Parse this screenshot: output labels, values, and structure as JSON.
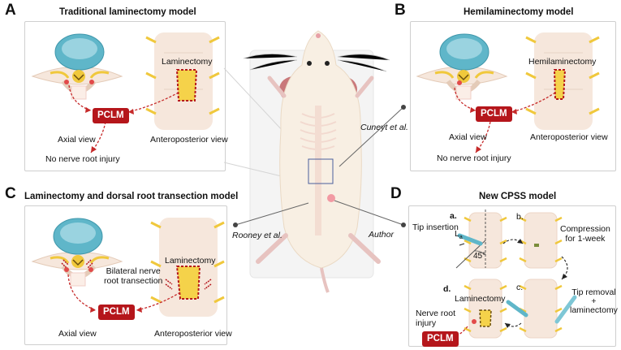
{
  "panels": {
    "A": {
      "letter": "A",
      "title": "Traditional laminectomy model",
      "lam_label": "Laminectomy",
      "pclm": "PCLM",
      "axial": "Axial view",
      "ap": "Anteroposterior view",
      "outcome": "No nerve root injury"
    },
    "B": {
      "letter": "B",
      "title": "Hemilaminectomy model",
      "lam_label": "Hemilaminectomy",
      "pclm": "PCLM",
      "axial": "Axial view",
      "ap": "Anteroposterior view",
      "outcome": "No nerve root injury"
    },
    "C": {
      "letter": "C",
      "title": "Laminectomy and dorsal root transection model",
      "lam_label": "Laminectomy",
      "bilateral": "Bilateral nerve\nroot transection",
      "pclm": "PCLM",
      "axial": "Axial view",
      "ap": "Anteroposterior view"
    },
    "D": {
      "letter": "D",
      "title": "New CPSS model",
      "step_a": "a.",
      "step_b": "b.",
      "step_c": "c.",
      "step_d": "d.",
      "tip_insertion": "Tip insertion",
      "la": "L",
      "la_sub": "a",
      "angle": "45°",
      "compression": "Compression\nfor 1-week",
      "tip_removal": "Tip removal\n+\nlaminectomy",
      "lam_label": "Laminectomy",
      "nerve": "Nerve root\ninjury",
      "pclm": "PCLM"
    }
  },
  "authors": {
    "cuneyt": "Cuneyt et al.",
    "rooney": "Rooney et al.",
    "author": "Author"
  },
  "colors": {
    "pclm": "#b5161b",
    "disc": "#5fb6c9",
    "cord": "#e0b93a",
    "bone": "#f6e7dc",
    "rat": "#f8efe3",
    "ear": "#c9787a"
  }
}
